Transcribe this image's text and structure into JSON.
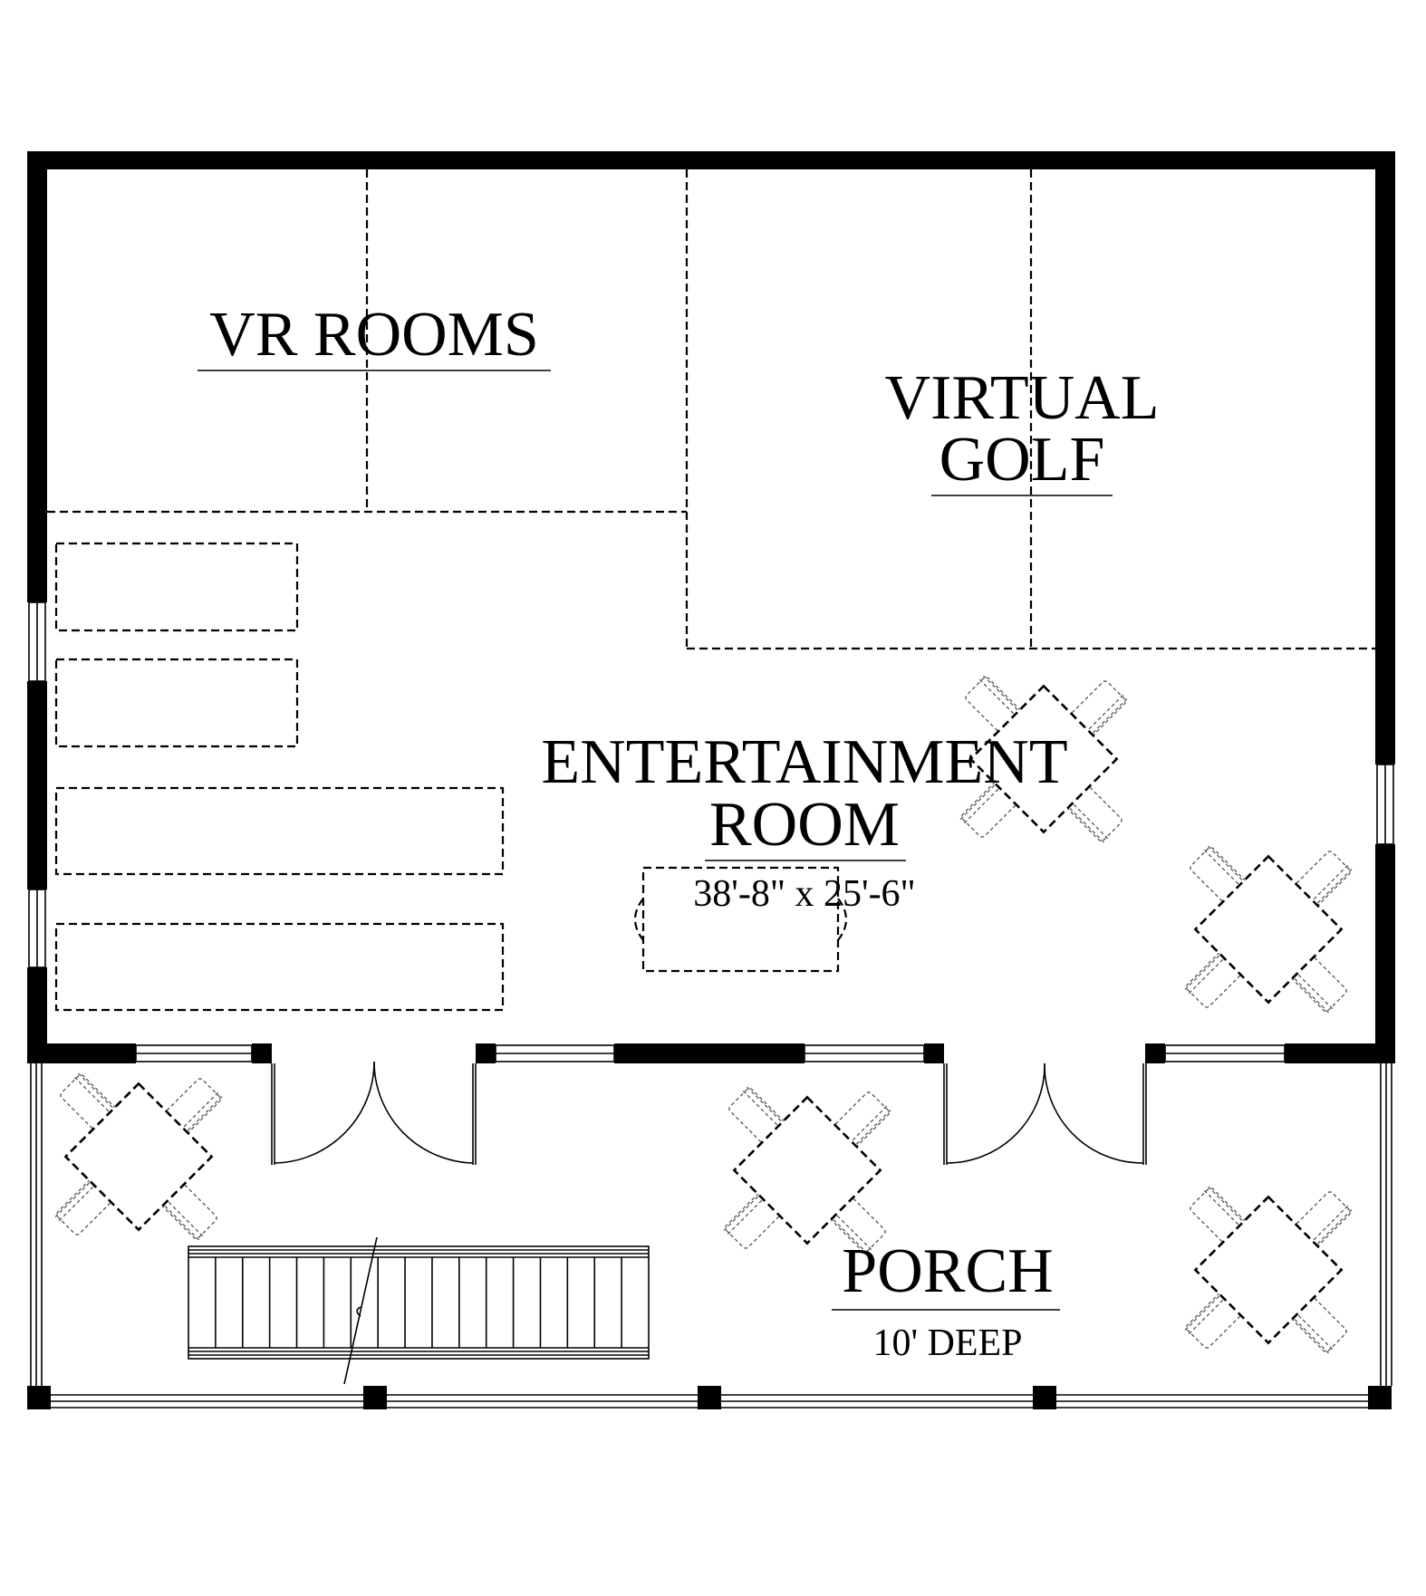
{
  "rooms": {
    "vr_rooms": {
      "label": "VR ROOMS"
    },
    "virtual_golf": {
      "line1": "VIRTUAL",
      "line2": "GOLF"
    },
    "entertainment_room": {
      "line1": "ENTERTAINMENT",
      "line2": "ROOM",
      "dimensions": "38'-8\" x 25'-6\""
    },
    "porch": {
      "label": "PORCH",
      "depth": "10' DEEP"
    }
  },
  "colors": {
    "wall": "#000000",
    "background": "#ffffff"
  },
  "icons": {
    "table_set": "square-table-with-four-chairs-icon",
    "stair": "stair-icon",
    "door": "double-door-swing-icon"
  }
}
